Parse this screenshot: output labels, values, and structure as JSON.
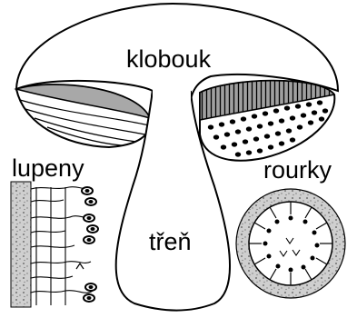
{
  "labels": {
    "cap": "klobouk",
    "gills": "lupeny",
    "pores": "rourky",
    "stem": "třeň"
  },
  "colors": {
    "outline": "#000000",
    "fill_gray": "#a8a8a8",
    "tissue_gray": "#c4c4c4",
    "background": "#ffffff"
  }
}
